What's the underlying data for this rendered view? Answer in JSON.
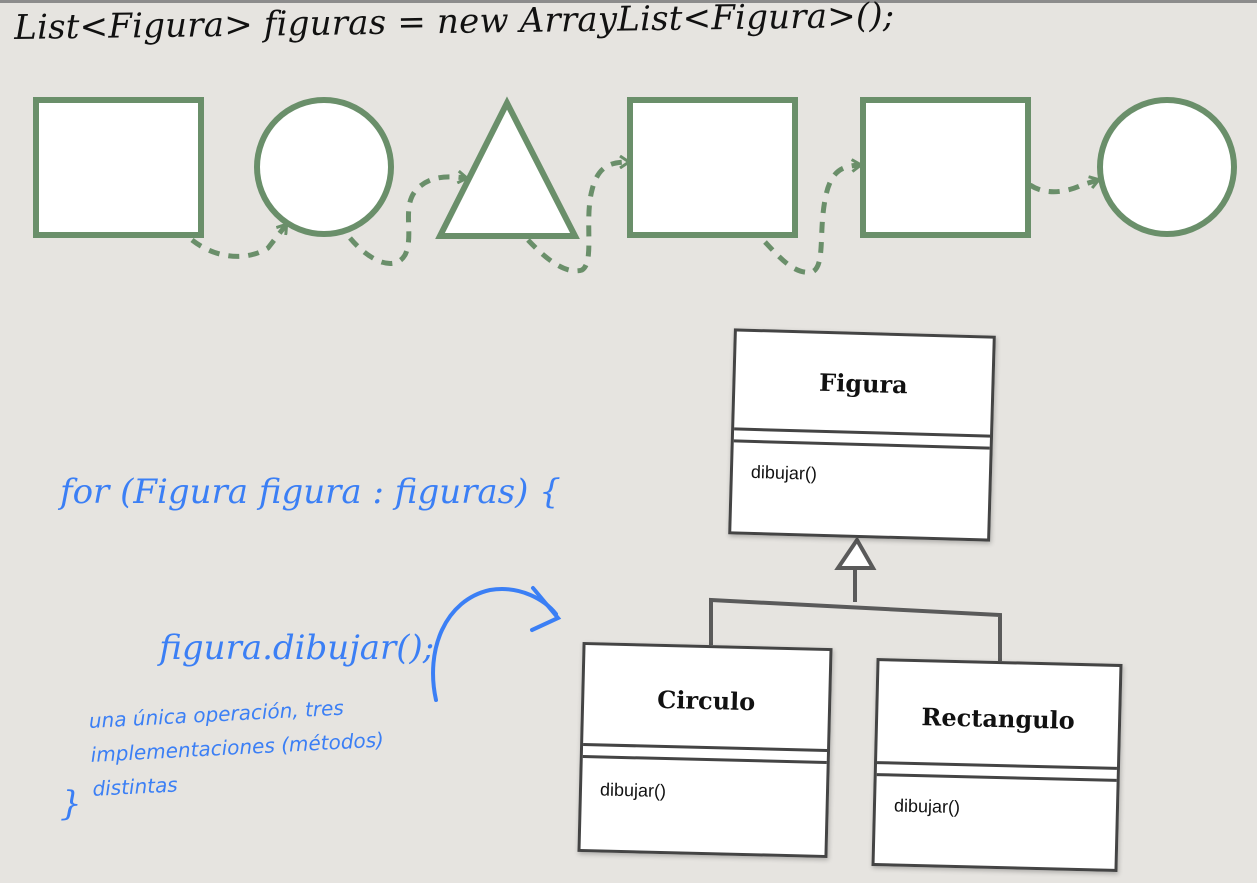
{
  "header": {
    "code_line": "List<Figura> figuras = new ArrayList<Figura>();"
  },
  "code_block": {
    "lines": [
      "for (Figura figura : figuras) {",
      "    figura.dibujar();",
      "}"
    ]
  },
  "note": {
    "text": "una única operación, tres implementaciones (métodos) distintas"
  },
  "shapes_list": [
    {
      "shape": "square"
    },
    {
      "shape": "circle"
    },
    {
      "shape": "triangle"
    },
    {
      "shape": "square"
    },
    {
      "shape": "square"
    },
    {
      "shape": "circle"
    }
  ],
  "uml": {
    "parent": {
      "name": "Figura",
      "method": "dibujar()"
    },
    "children": [
      {
        "name": "Circulo",
        "method": "dibujar()"
      },
      {
        "name": "Rectangulo",
        "method": "dibujar()"
      }
    ]
  },
  "colors": {
    "shape_stroke": "#6a8f6a",
    "handwriting_blue": "#3b7ff5",
    "uml_stroke": "#444444",
    "background": "#e6e4e0"
  }
}
